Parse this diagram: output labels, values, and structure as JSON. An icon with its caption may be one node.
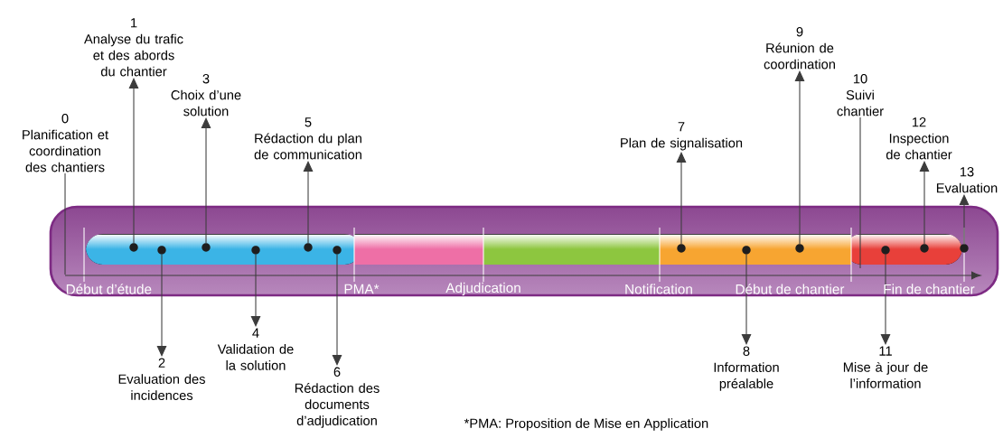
{
  "diagram": {
    "nodes": [
      {
        "text": [
          "0",
          "Planification et coordination des chantiers"
        ]
      },
      {
        "text": [
          "1",
          "Analyse du trafic et des abords du chantier"
        ]
      },
      {
        "text": [
          "2",
          "Evaluation des incidences"
        ]
      },
      {
        "text": [
          "3",
          "Choix d’une solution"
        ]
      },
      {
        "text": [
          "4",
          "Validation de la solution"
        ]
      },
      {
        "text": [
          "5",
          "Rédaction du plan de communication"
        ]
      },
      {
        "text": [
          "6",
          "Rédaction des documents d’adjudication"
        ]
      },
      {
        "text": [
          "7",
          "Plan de signalisation"
        ]
      },
      {
        "text": [
          "8",
          "Information préalable"
        ]
      },
      {
        "text": [
          "9",
          "Réunion de coordination"
        ]
      },
      {
        "text": [
          "10",
          "Suivi chantier"
        ]
      },
      {
        "text": [
          "11",
          "Mise à jour de l’information"
        ]
      },
      {
        "text": [
          "12",
          "Inspection de chantier"
        ]
      },
      {
        "text": [
          "13",
          "Evaluation"
        ]
      },
      {
        "text": [],
        "shape": "circle"
      },
      {
        "text": [],
        "shape": "circle"
      },
      {
        "text": [],
        "shape": "circle"
      },
      {
        "text": [],
        "shape": "circle"
      },
      {
        "text": [],
        "shape": "circle"
      },
      {
        "text": [],
        "shape": "circle"
      },
      {
        "text": [],
        "shape": "circle"
      },
      {
        "text": [],
        "shape": "circle"
      },
      {
        "text": [],
        "shape": "circle"
      },
      {
        "text": [],
        "shape": "circle"
      },
      {
        "text": [],
        "shape": "circle"
      },
      {
        "text": [],
        "shape": "circle"
      }
    ],
    "edges": [
      {
        "from": 0,
        "to": null,
        "arrow": "none"
      },
      {
        "from": 14,
        "to": 1,
        "arrow": "to"
      },
      {
        "from": 15,
        "to": 2,
        "arrow": "to"
      },
      {
        "from": 16,
        "to": 3,
        "arrow": "to"
      },
      {
        "from": 17,
        "to": 4,
        "arrow": "to"
      },
      {
        "from": 18,
        "to": 5,
        "arrow": "to"
      },
      {
        "from": 19,
        "to": 6,
        "arrow": "to"
      },
      {
        "from": 20,
        "to": 7,
        "arrow": "to"
      },
      {
        "from": 21,
        "to": 8,
        "arrow": "to"
      },
      {
        "from": 22,
        "to": 9,
        "arrow": "to"
      },
      {
        "from": 10,
        "to": null,
        "arrow": "none"
      },
      {
        "from": 23,
        "to": 11,
        "arrow": "to"
      },
      {
        "from": 24,
        "to": 12,
        "arrow": "to"
      },
      {
        "from": 25,
        "to": 13,
        "arrow": "to"
      }
    ],
    "labels": [
      "Début d’étude",
      "PMA*",
      "Adjudication",
      "Notification",
      "Début de chantier",
      "Fin de chantier",
      "*PMA: Proposition de Mise en Application"
    ]
  }
}
